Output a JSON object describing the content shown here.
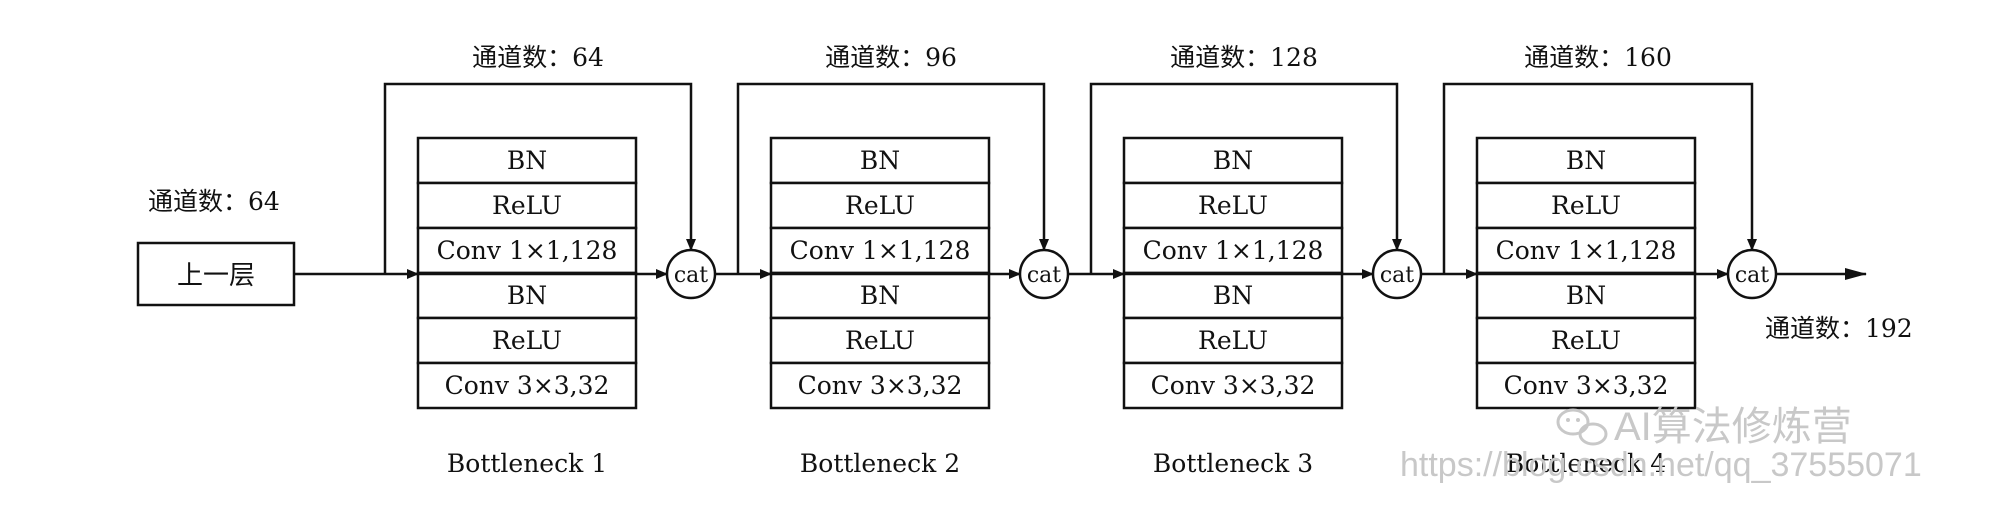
{
  "input_label": "上一层",
  "input_channels": "通道数：64",
  "output_channels": "通道数：192",
  "cat_label": "cat",
  "blocks": [
    {
      "name": "Bottleneck 1",
      "channels": "通道数：64",
      "layers": [
        "BN",
        "ReLU",
        "Conv 1×1,128",
        "BN",
        "ReLU",
        "Conv 3×3,32"
      ]
    },
    {
      "name": "Bottleneck 2",
      "channels": "通道数：96",
      "layers": [
        "BN",
        "ReLU",
        "Conv 1×1,128",
        "BN",
        "ReLU",
        "Conv 3×3,32"
      ]
    },
    {
      "name": "Bottleneck 3",
      "channels": "通道数：128",
      "layers": [
        "BN",
        "ReLU",
        "Conv 1×1,128",
        "BN",
        "ReLU",
        "Conv 3×3,32"
      ]
    },
    {
      "name": "Bottleneck 4",
      "channels": "通道数：160",
      "layers": [
        "BN",
        "ReLU",
        "Conv 1×1,128",
        "BN",
        "ReLU",
        "Conv 3×3,32"
      ]
    }
  ],
  "watermark": {
    "brand": "AI算法修炼营",
    "url": "https://blog.csdn.net/qq_37555071",
    "icon": "wechat-icon"
  },
  "colors": {
    "stroke": "#111111",
    "watermark": "#c8c8c8"
  }
}
